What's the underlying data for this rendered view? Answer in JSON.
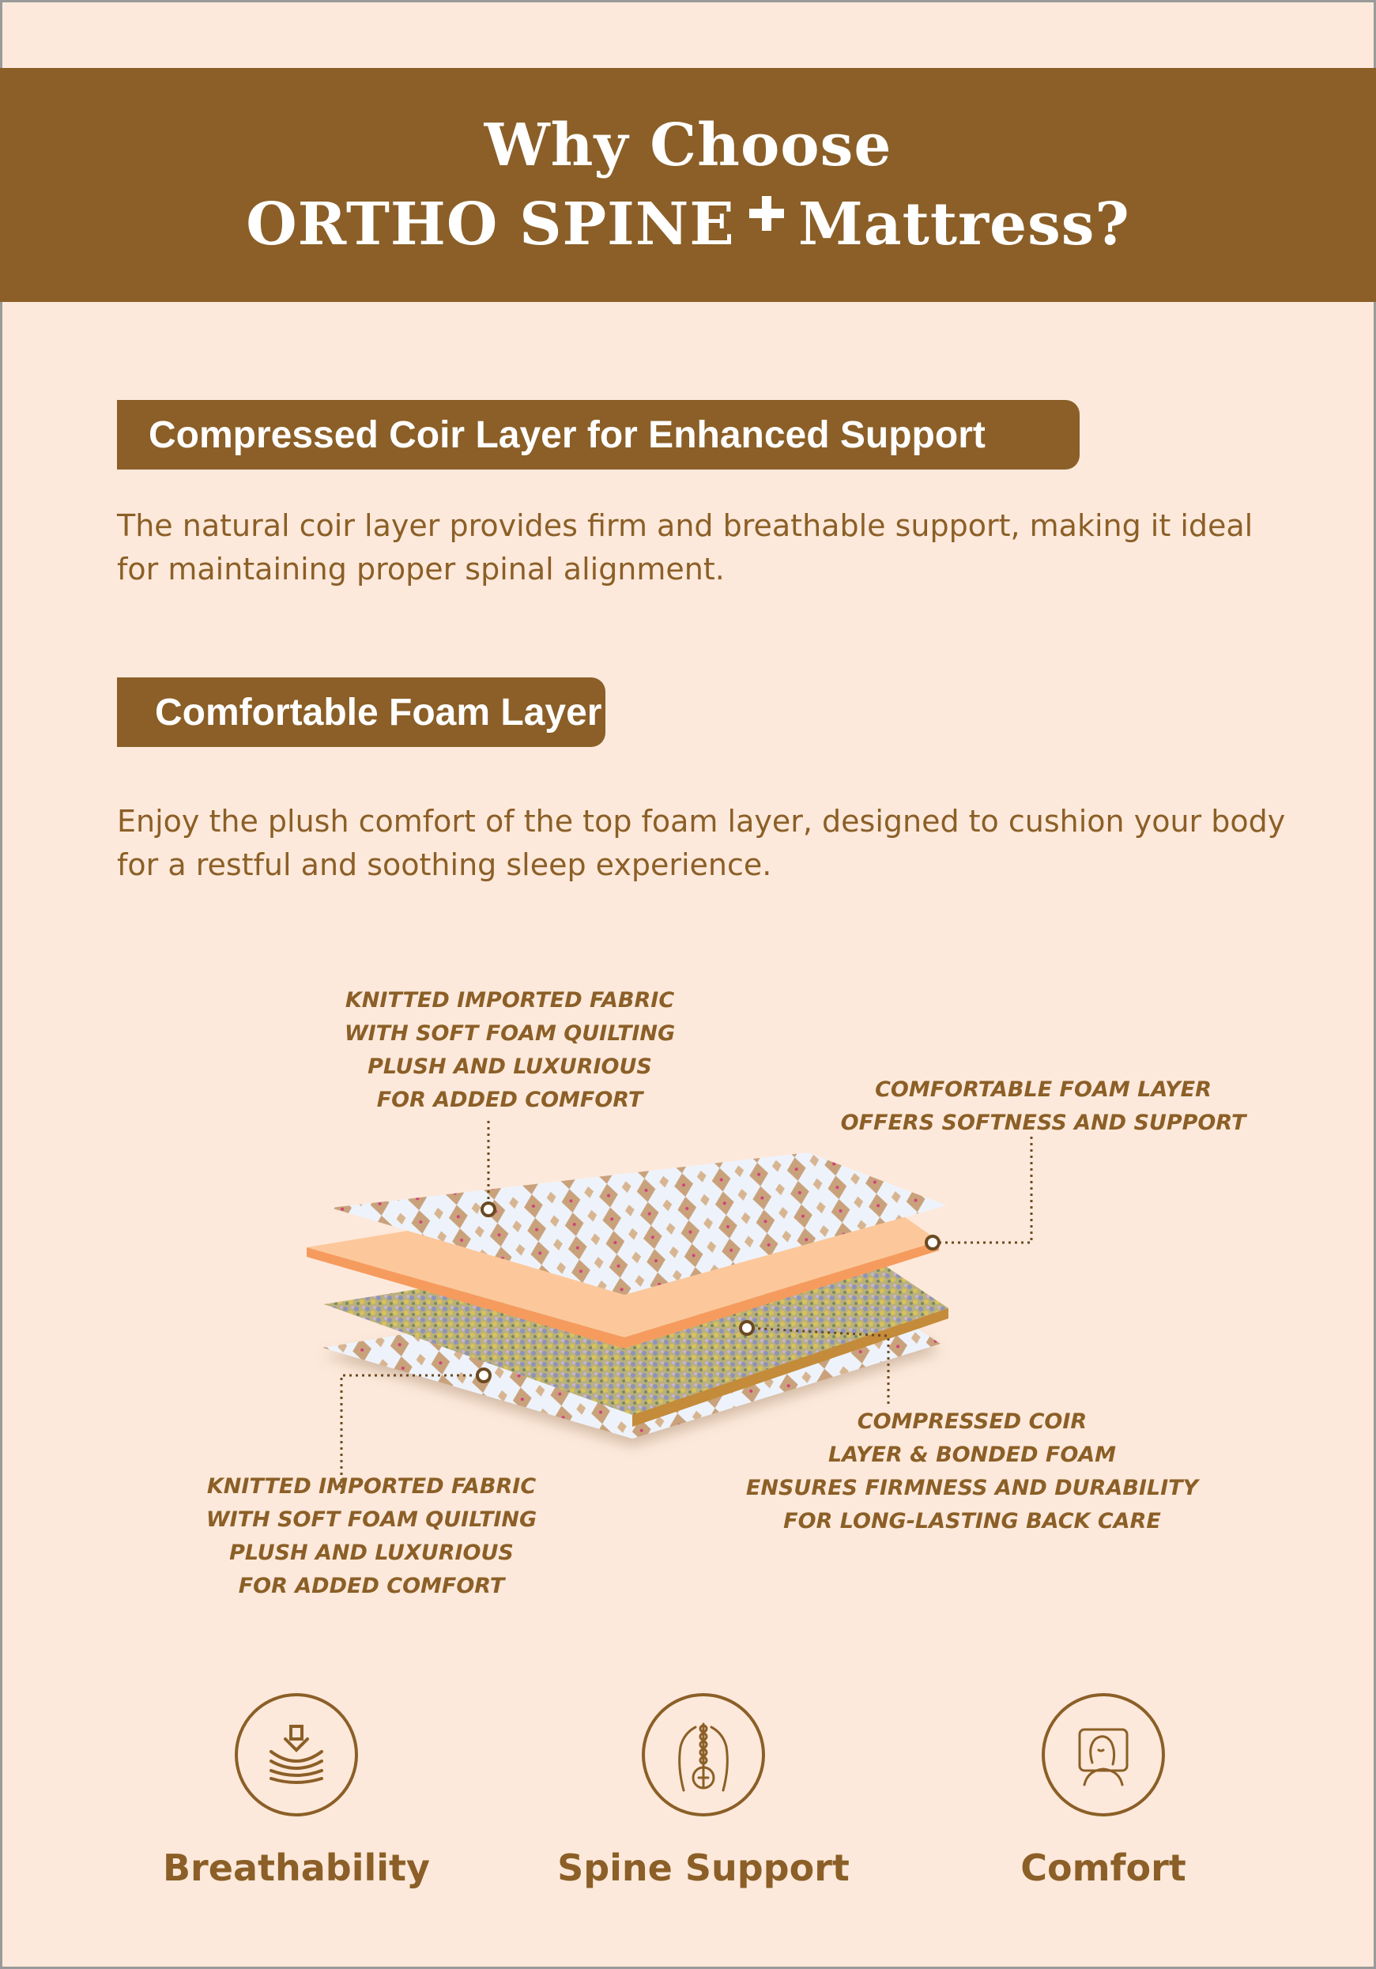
{
  "header": {
    "line1": "Why Choose",
    "brand": "ORTHO SPINE",
    "suffix": "Mattress?"
  },
  "sections": [
    {
      "tag": "Compressed Coir Layer for Enhanced Support",
      "lines": [
        "The natural coir layer provides firm and breathable support, making it ideal",
        "for maintaining proper spinal alignment."
      ]
    },
    {
      "tag": "Comfortable Foam Layer",
      "lines": [
        "Enjoy the plush comfort of the top foam layer, designed to cushion your body",
        "for a restful and soothing sleep experience."
      ]
    }
  ],
  "callouts": {
    "top_fabric": [
      "KNITTED IMPORTED FABRIC",
      "WITH SOFT FOAM QUILTING",
      "PLUSH AND LUXURIOUS",
      "FOR ADDED COMFORT"
    ],
    "foam_layer": [
      "COMFORTABLE FOAM LAYER",
      "OFFERS SOFTNESS AND SUPPORT"
    ],
    "bottom_fabric": [
      "KNITTED IMPORTED FABRIC",
      "WITH SOFT FOAM QUILTING",
      "PLUSH AND LUXURIOUS",
      "FOR ADDED COMFORT"
    ],
    "coir_layer": [
      "COMPRESSED COIR",
      "LAYER & BONDED FOAM",
      "ENSURES FIRMNESS AND DURABILITY",
      "FOR LONG-LASTING BACK CARE"
    ]
  },
  "features": [
    {
      "label": "Breathability",
      "icon": "breathability-icon"
    },
    {
      "label": "Spine Support",
      "icon": "spine-icon"
    },
    {
      "label": "Comfort",
      "icon": "sleeping-person-icon"
    }
  ],
  "colors": {
    "background": "#fde9db",
    "brand_brown": "#8b5f27",
    "foam_orange": "#fcc89b",
    "foam_edge": "#f69b5e"
  }
}
